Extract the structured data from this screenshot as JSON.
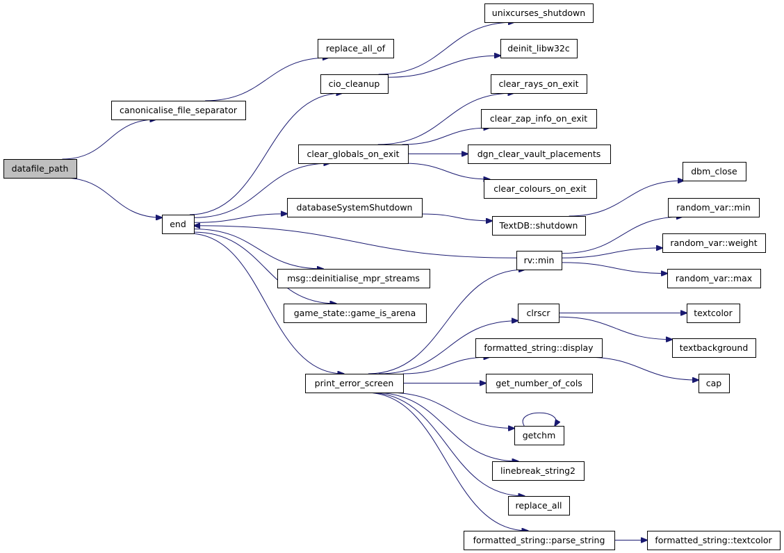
{
  "diagram": {
    "colors": {
      "edge": "#191970",
      "node_border": "#000000",
      "node_fill": "#ffffff",
      "root_fill": "#bfbfbf"
    },
    "nodes": [
      {
        "id": "datafile_path",
        "label": "datafile_path",
        "root": true
      },
      {
        "id": "canonicalise_file_separator",
        "label": "canonicalise_file_separator"
      },
      {
        "id": "replace_all_of",
        "label": "replace_all_of"
      },
      {
        "id": "end",
        "label": "end"
      },
      {
        "id": "cio_cleanup",
        "label": "cio_cleanup"
      },
      {
        "id": "unixcurses_shutdown",
        "label": "unixcurses_shutdown"
      },
      {
        "id": "deinit_libw32c",
        "label": "deinit_libw32c"
      },
      {
        "id": "clear_globals_on_exit",
        "label": "clear_globals_on_exit"
      },
      {
        "id": "clear_rays_on_exit",
        "label": "clear_rays_on_exit"
      },
      {
        "id": "clear_zap_info_on_exit",
        "label": "clear_zap_info_on_exit"
      },
      {
        "id": "dgn_clear_vault_placements",
        "label": "dgn_clear_vault_placements"
      },
      {
        "id": "clear_colours_on_exit",
        "label": "clear_colours_on_exit"
      },
      {
        "id": "databaseSystemShutdown",
        "label": "databaseSystemShutdown"
      },
      {
        "id": "TextDB_shutdown",
        "label": "TextDB::shutdown"
      },
      {
        "id": "dbm_close",
        "label": "dbm_close"
      },
      {
        "id": "msg_deinitialise_mpr_streams",
        "label": "msg::deinitialise_mpr_streams"
      },
      {
        "id": "game_state_game_is_arena",
        "label": "game_state::game_is_arena"
      },
      {
        "id": "print_error_screen",
        "label": "print_error_screen"
      },
      {
        "id": "rv_min",
        "label": "rv::min"
      },
      {
        "id": "random_var_min",
        "label": "random_var::min"
      },
      {
        "id": "random_var_weight",
        "label": "random_var::weight"
      },
      {
        "id": "random_var_max",
        "label": "random_var::max"
      },
      {
        "id": "clrscr",
        "label": "clrscr"
      },
      {
        "id": "textcolor",
        "label": "textcolor"
      },
      {
        "id": "textbackground",
        "label": "textbackground"
      },
      {
        "id": "formatted_string_display",
        "label": "formatted_string::display"
      },
      {
        "id": "cap",
        "label": "cap"
      },
      {
        "id": "get_number_of_cols",
        "label": "get_number_of_cols"
      },
      {
        "id": "getchm",
        "label": "getchm"
      },
      {
        "id": "linebreak_string2",
        "label": "linebreak_string2"
      },
      {
        "id": "replace_all",
        "label": "replace_all"
      },
      {
        "id": "formatted_string_parse_string",
        "label": "formatted_string::parse_string"
      },
      {
        "id": "formatted_string_textcolor",
        "label": "formatted_string::textcolor"
      }
    ],
    "edges": [
      {
        "from": "datafile_path",
        "to": "canonicalise_file_separator"
      },
      {
        "from": "datafile_path",
        "to": "end"
      },
      {
        "from": "canonicalise_file_separator",
        "to": "replace_all_of"
      },
      {
        "from": "end",
        "to": "cio_cleanup"
      },
      {
        "from": "end",
        "to": "clear_globals_on_exit"
      },
      {
        "from": "end",
        "to": "databaseSystemShutdown"
      },
      {
        "from": "end",
        "to": "msg_deinitialise_mpr_streams"
      },
      {
        "from": "end",
        "to": "game_state_game_is_arena"
      },
      {
        "from": "end",
        "to": "print_error_screen"
      },
      {
        "from": "cio_cleanup",
        "to": "unixcurses_shutdown"
      },
      {
        "from": "cio_cleanup",
        "to": "deinit_libw32c"
      },
      {
        "from": "clear_globals_on_exit",
        "to": "clear_rays_on_exit"
      },
      {
        "from": "clear_globals_on_exit",
        "to": "clear_zap_info_on_exit"
      },
      {
        "from": "clear_globals_on_exit",
        "to": "dgn_clear_vault_placements"
      },
      {
        "from": "clear_globals_on_exit",
        "to": "clear_colours_on_exit"
      },
      {
        "from": "databaseSystemShutdown",
        "to": "TextDB_shutdown"
      },
      {
        "from": "TextDB_shutdown",
        "to": "dbm_close"
      },
      {
        "from": "rv_min",
        "to": "end"
      },
      {
        "from": "rv_min",
        "to": "random_var_min"
      },
      {
        "from": "rv_min",
        "to": "random_var_weight"
      },
      {
        "from": "rv_min",
        "to": "random_var_max"
      },
      {
        "from": "print_error_screen",
        "to": "rv_min"
      },
      {
        "from": "print_error_screen",
        "to": "clrscr"
      },
      {
        "from": "print_error_screen",
        "to": "formatted_string_display"
      },
      {
        "from": "print_error_screen",
        "to": "get_number_of_cols"
      },
      {
        "from": "print_error_screen",
        "to": "getchm"
      },
      {
        "from": "print_error_screen",
        "to": "linebreak_string2"
      },
      {
        "from": "print_error_screen",
        "to": "replace_all"
      },
      {
        "from": "print_error_screen",
        "to": "formatted_string_parse_string"
      },
      {
        "from": "clrscr",
        "to": "textcolor"
      },
      {
        "from": "clrscr",
        "to": "textbackground"
      },
      {
        "from": "formatted_string_display",
        "to": "cap"
      },
      {
        "from": "getchm",
        "to": "getchm"
      },
      {
        "from": "formatted_string_parse_string",
        "to": "formatted_string_textcolor"
      }
    ]
  }
}
